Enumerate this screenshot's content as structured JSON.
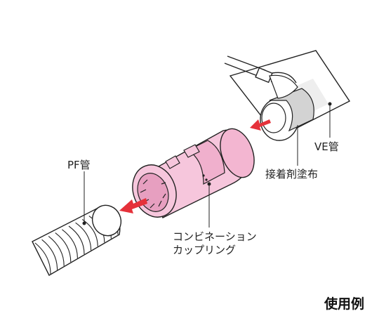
{
  "labels": {
    "pf_pipe": "PF管",
    "ve_pipe": "VE管",
    "adhesive": "接着剤塗布",
    "coupling_line1": "コンビネーション",
    "coupling_line2": "カップリング"
  },
  "caption": "使用例",
  "colors": {
    "coupling_fill": "#f6c6dc",
    "coupling_dark": "#e79fc0",
    "arrow": "#e5313a",
    "adhesive_band": "#d3d3d3",
    "outline": "#222222"
  }
}
